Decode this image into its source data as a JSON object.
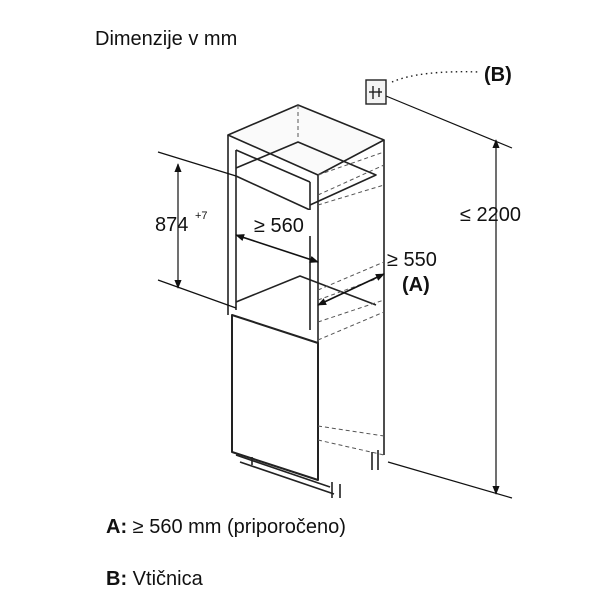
{
  "title": "Dimenzije v mm",
  "dimensions": {
    "height_niche": "874",
    "height_tolerance": "+7",
    "width_niche": "≥ 560",
    "depth": "≥ 550",
    "depth_ref": "(A)",
    "total_height": "≤ 2200",
    "socket_ref": "(B)"
  },
  "legend": [
    {
      "key": "A:",
      "text": "≥ 560 mm (priporočeno)"
    },
    {
      "key": "B:",
      "text": "Vtičnica"
    }
  ]
}
